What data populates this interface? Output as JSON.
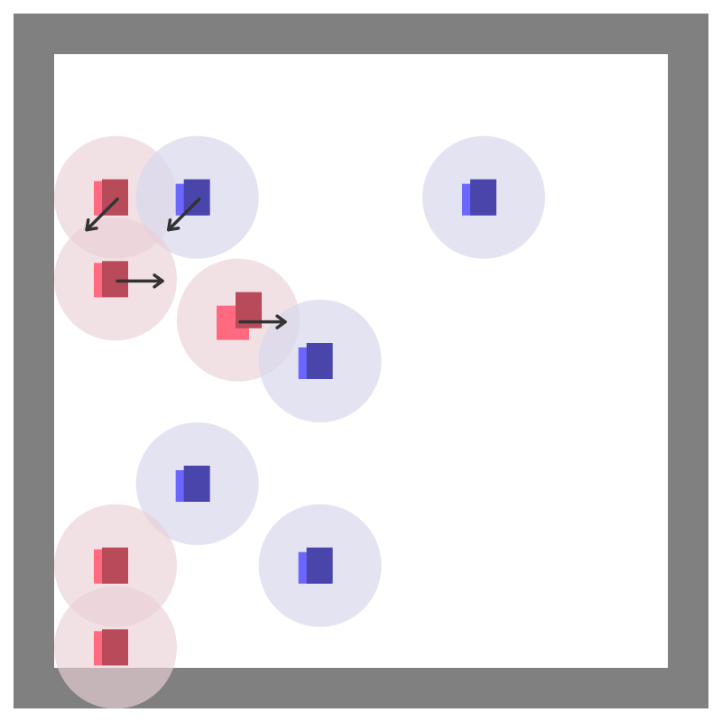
{
  "colors": {
    "wall": "#808080",
    "floor": "#ffffff",
    "red_team": "#b84a5a",
    "red_team_light": "#ff6a80",
    "red_aura": "#e9cfd6",
    "blue_team": "#4a45aa",
    "blue_team_light": "#6a66ff",
    "blue_aura": "#d9d9ee",
    "arrow": "#333333"
  },
  "grid": {
    "cols": 15,
    "rows": 15
  },
  "agents": [
    {
      "id": "red-1",
      "team": "red",
      "col": 1,
      "row": 3,
      "move": "down-left"
    },
    {
      "id": "blue-1",
      "team": "blue",
      "col": 3,
      "row": 3,
      "move": "down-left"
    },
    {
      "id": "blue-2",
      "team": "blue",
      "col": 10,
      "row": 3,
      "move": "none"
    },
    {
      "id": "red-2",
      "team": "red",
      "col": 1,
      "row": 5,
      "move": "right"
    },
    {
      "id": "red-3",
      "team": "red",
      "col": 4,
      "row": 6,
      "move": "right"
    },
    {
      "id": "blue-3",
      "team": "blue",
      "col": 6,
      "row": 7,
      "move": "none"
    },
    {
      "id": "blue-4",
      "team": "blue",
      "col": 3,
      "row": 10,
      "move": "none"
    },
    {
      "id": "red-4",
      "team": "red",
      "col": 1,
      "row": 12,
      "move": "none"
    },
    {
      "id": "blue-5",
      "team": "blue",
      "col": 6,
      "row": 12,
      "move": "none"
    },
    {
      "id": "red-5",
      "team": "red",
      "col": 1,
      "row": 14,
      "move": "none"
    }
  ]
}
